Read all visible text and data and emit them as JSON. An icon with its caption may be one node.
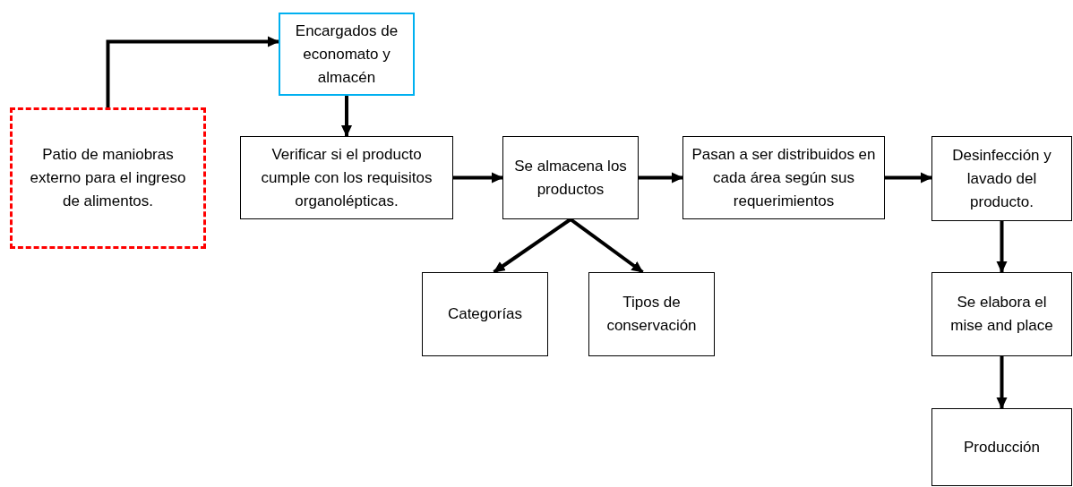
{
  "diagram": {
    "nodes": [
      {
        "text": [
          "Patio de maniobras externo para el ingreso de alimentos."
        ]
      },
      {
        "text": [
          "Encargados de economato y almacén"
        ]
      },
      {
        "text": [
          "Verificar si el producto cumple con los requisitos organolépticas."
        ]
      },
      {
        "text": [
          "Se almacena los productos"
        ]
      },
      {
        "text": [
          "Pasan a ser distribuidos en cada área según sus requerimientos"
        ]
      },
      {
        "text": [
          "Desinfección y lavado del producto."
        ]
      },
      {
        "text": [
          "Categorías"
        ]
      },
      {
        "text": [
          "Tipos de conservación"
        ]
      },
      {
        "text": [
          "Se elabora el mise and place"
        ]
      },
      {
        "text": [
          "Producción"
        ]
      }
    ],
    "edges": [
      {
        "from": 0,
        "to": 1,
        "arrow": "to"
      },
      {
        "from": 1,
        "to": 2,
        "arrow": "to"
      },
      {
        "from": 2,
        "to": 3,
        "arrow": "to"
      },
      {
        "from": 3,
        "to": 4,
        "arrow": "to"
      },
      {
        "from": 4,
        "to": 5,
        "arrow": "to"
      },
      {
        "from": 3,
        "to": 6,
        "arrow": "to"
      },
      {
        "from": 3,
        "to": 7,
        "arrow": "to"
      },
      {
        "from": 5,
        "to": 8,
        "arrow": "to"
      },
      {
        "from": 8,
        "to": 9,
        "arrow": "to"
      }
    ]
  }
}
